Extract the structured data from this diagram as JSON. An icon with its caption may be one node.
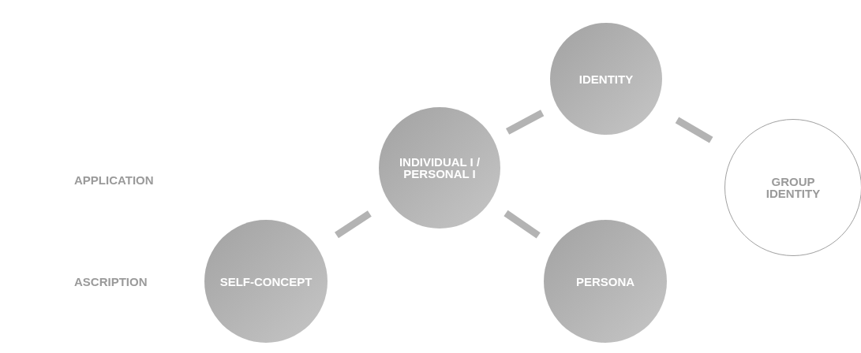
{
  "diagram": {
    "nodes": [
      {
        "text": [
          "IDENTITY"
        ]
      },
      {
        "text": [
          "INDIVIDUAL I / PERSONAL I"
        ]
      },
      {
        "text": [
          "GROUP IDENTITY"
        ]
      },
      {
        "text": [
          "SELF-CONCEPT"
        ]
      },
      {
        "text": [
          "PERSONA"
        ]
      }
    ],
    "edges": [
      {
        "from": 1,
        "to": 0,
        "arrow": "none"
      },
      {
        "from": 0,
        "to": 2,
        "arrow": "none"
      },
      {
        "from": 3,
        "to": 1,
        "arrow": "none"
      },
      {
        "from": 1,
        "to": 4,
        "arrow": "none"
      }
    ],
    "labels": [
      "APPLICATION",
      "ASCRIPTION"
    ]
  }
}
